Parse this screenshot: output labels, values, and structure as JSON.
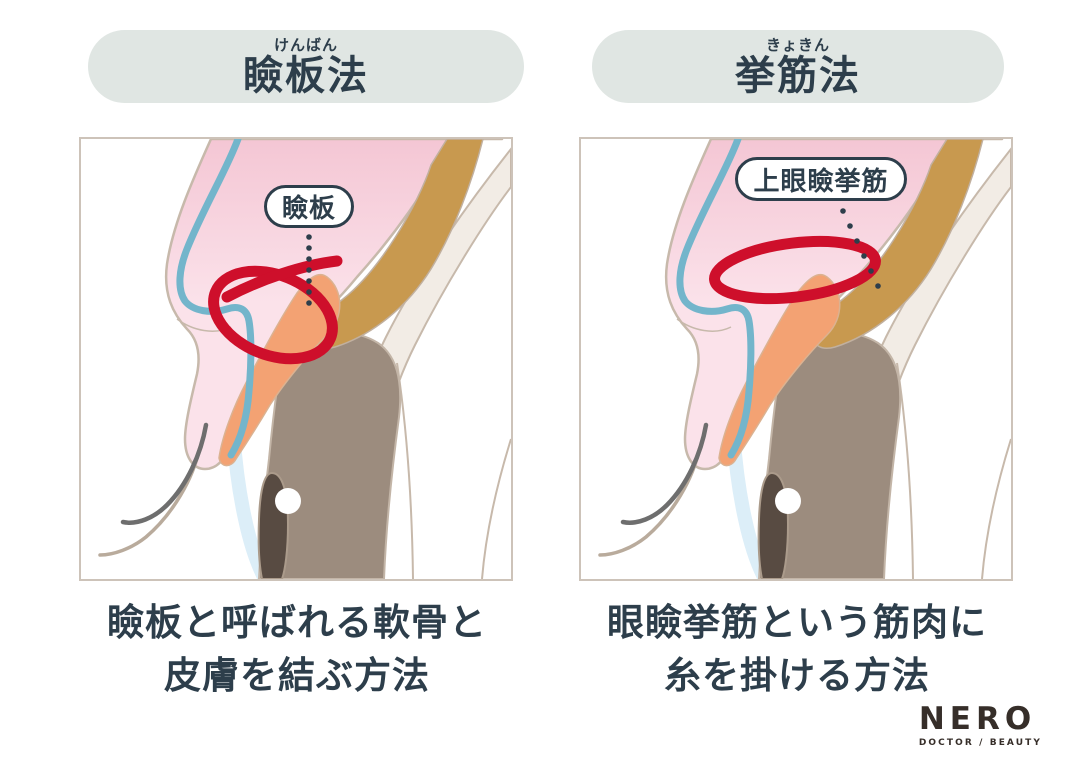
{
  "headers": {
    "left": {
      "furigana": "けんばん",
      "title": "瞼板法"
    },
    "right": {
      "furigana": "きょきん",
      "title": "挙筋法"
    }
  },
  "panels": {
    "left": {
      "label": "瞼板"
    },
    "right": {
      "label": "上眼瞼挙筋"
    }
  },
  "captions": {
    "left": {
      "line1": "瞼板と呼ばれる軟骨と",
      "line2": "皮膚を結ぶ方法"
    },
    "right": {
      "line1": "眼瞼挙筋という筋肉に",
      "line2": "糸を掛ける方法"
    }
  },
  "logo": {
    "name": "NERO",
    "tagline": "DOCTOR / BEAUTY"
  },
  "colors": {
    "background": "#ffffff",
    "ink": "#2d3e4b",
    "pill_bg": "#e0e6e3",
    "panel_border": "#cdc3b9",
    "skin_pink_top": "#f4c6d4",
    "skin_pink_bottom": "#fbe2ea",
    "skin_outline": "#c7b9ab",
    "muscle_tan": "#c8994f",
    "tarsus_orange": "#f3a273",
    "suture_red": "#ce0f2b",
    "vessel_blue": "#73b5cb",
    "eyeball_brown": "#9c8c7e",
    "pupil_dark": "#584b42",
    "cornea_blue": "#dceef8",
    "band_cream": "#f2ece5",
    "lash_dark": "#6e6e6e",
    "lash_light": "#b9ab9c",
    "logo_color": "#362e29"
  }
}
